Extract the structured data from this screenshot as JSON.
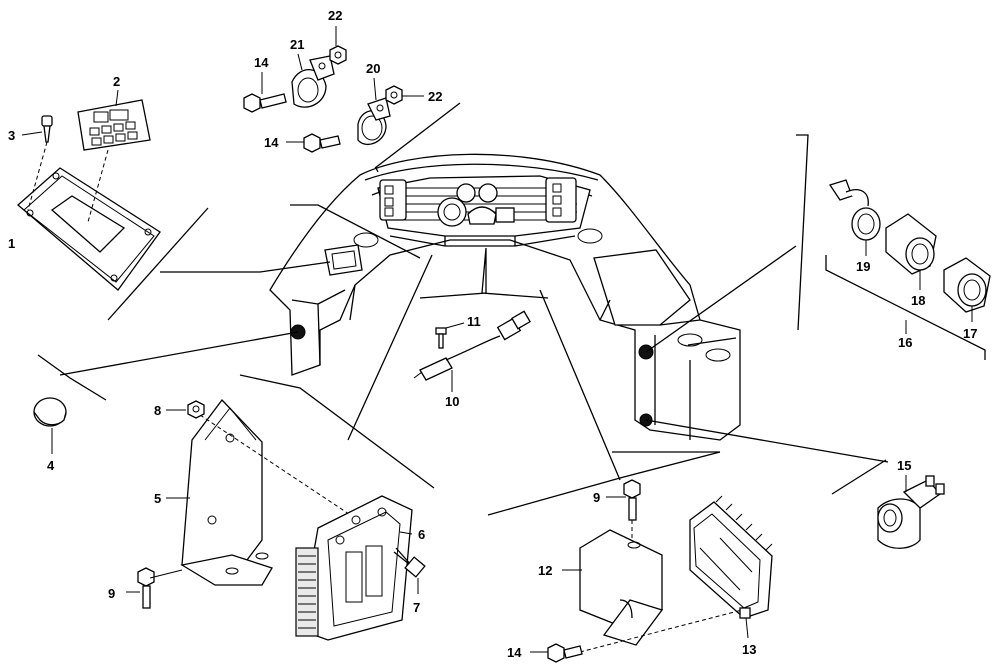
{
  "callouts": [
    "1",
    "2",
    "3",
    "4",
    "5",
    "6",
    "7",
    "8",
    "9",
    "9",
    "10",
    "11",
    "12",
    "13",
    "14",
    "14",
    "14",
    "15",
    "16",
    "17",
    "18",
    "19",
    "20",
    "21",
    "22",
    "22"
  ]
}
